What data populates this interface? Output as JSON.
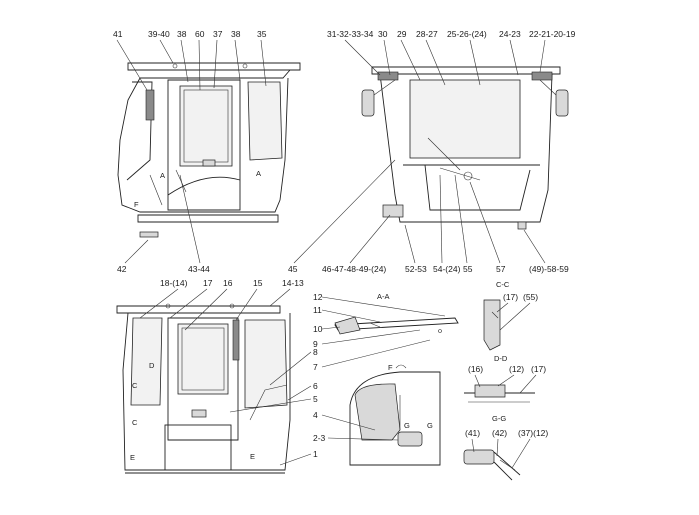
{
  "labels": {
    "l41": "41",
    "l39_40": "39-40",
    "l38a": "38",
    "l60": "60",
    "l37": "37",
    "l38b": "38",
    "l35": "35",
    "l31_34": "31-32-33-34",
    "l30": "30",
    "l29": "29",
    "l28_27": "28-27",
    "l25_26": "25-26-(24)",
    "l24_23": "24-23",
    "l22_19": "22-21-20-19",
    "l42": "42",
    "l43_44": "43-44",
    "l45": "45",
    "l46_49": "46-47-48-49-(24)",
    "l52_53": "52-53",
    "l54": "54-(24)",
    "l55": "55",
    "l57": "57",
    "l49_59": "(49)-58-59",
    "l18_14": "18-(14)",
    "l17": "17",
    "l16": "16",
    "l15": "15",
    "l14_13": "14-13",
    "l12": "12",
    "l11": "11",
    "l10": "10",
    "l9": "9",
    "l8": "8",
    "l7": "7",
    "l6": "6",
    "l5": "5",
    "l4": "4",
    "l2_3": "2-3",
    "l1": "1",
    "cc_17": "(17)",
    "cc_55": "(55)",
    "dd_16": "(16)",
    "dd_12": "(12)",
    "dd_17": "(17)",
    "gg_41": "(41)",
    "gg_42": "(42)",
    "gg_37_12": "(37)(12)"
  },
  "sections": {
    "aa": "A-A",
    "cc": "C-C",
    "dd": "D-D",
    "gg": "G-G",
    "markA1": "A",
    "markA2": "A",
    "markF": "F",
    "markF2": "F",
    "markD": "D",
    "markD2": "D",
    "markC": "C",
    "markC2": "C",
    "markE": "E",
    "markE2": "E",
    "markG": "G",
    "markG2": "G"
  }
}
